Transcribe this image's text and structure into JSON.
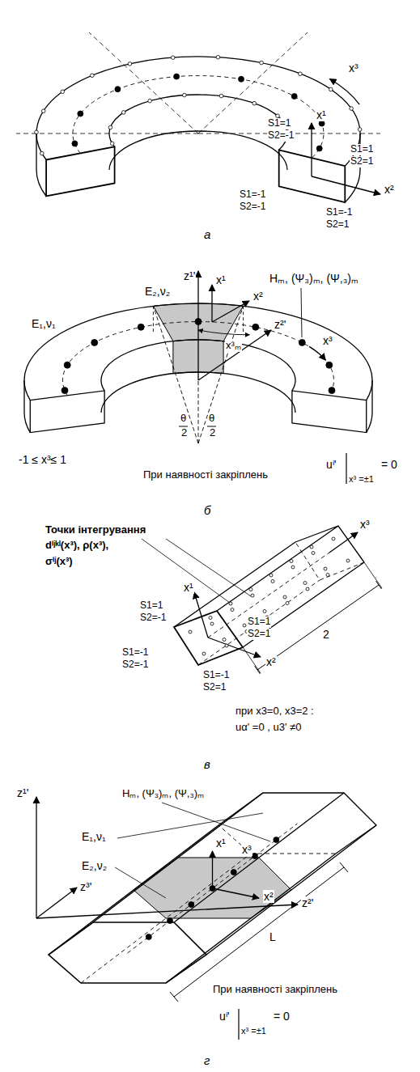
{
  "diagram": {
    "labels": [
      "x³",
      "S1=1",
      "S2=-1",
      "x¹",
      "S1=1",
      "S2=1",
      "S1=-1",
      "S2=-1",
      "x²",
      "S1=-1",
      "S2=1",
      "а",
      "E₂,ν₂",
      "z¹'",
      "x¹",
      "Hₘ, (Ψ₃)ₘ, (Ψ,₃)ₘ",
      "x²",
      "z²'",
      "E₁,ν₁",
      "x³",
      "θ",
      "2",
      "θ",
      "2",
      "x³ₘ",
      "-1 ≤ x³≤ 1",
      "При наявності закріплень",
      "uⁱ'",
      "x³ =±1",
      "= 0",
      "б",
      "Точки інтегрування",
      "dⁱʲᵏˡ(x³), ρ(x³),",
      "σⁱʲ(x³)",
      "S1=1",
      "S2=-1",
      "x¹",
      "x³",
      "S1=1",
      "S2=1",
      "x²",
      "2",
      "S1=-1",
      "S2=-1",
      "S1=-1",
      "S2=1",
      "при x3=0, x3=2 :",
      "uα' =0 , u3' ≠0",
      "в",
      "Hₘ, (Ψ₃)ₘ, (Ψ,₃)ₘ",
      "z¹'",
      "E₁,ν₁",
      "x¹",
      "x³",
      "E₂,ν₂",
      "x²",
      "z³'",
      "L",
      "z²'",
      "При наявності закріплень",
      "uⁱ'",
      "x³ =±1",
      "= 0",
      "г"
    ]
  }
}
